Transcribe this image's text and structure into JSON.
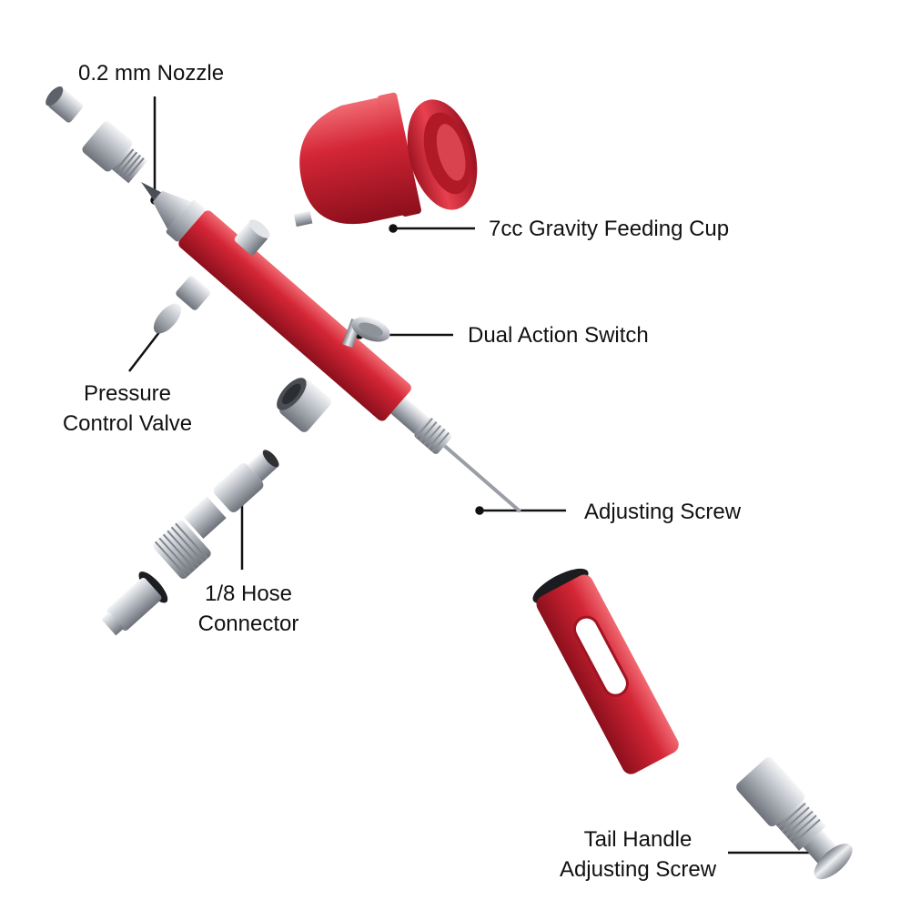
{
  "labels": {
    "nozzle": "0.2 mm Nozzle",
    "cup": "7cc Gravity Feeding Cup",
    "switch": "Dual Action Switch",
    "valve_line1": "Pressure",
    "valve_line2": "Control Valve",
    "adjusting": "Adjusting Screw",
    "hose_line1": "1/8 Hose",
    "hose_line2": "Connector",
    "tail_line1": "Tail Handle",
    "tail_line2": "Adjusting Screw"
  },
  "colors": {
    "body_red": "#c8202e",
    "chrome": "#c9ccd1",
    "leader": "#111111",
    "background": "#ffffff"
  }
}
